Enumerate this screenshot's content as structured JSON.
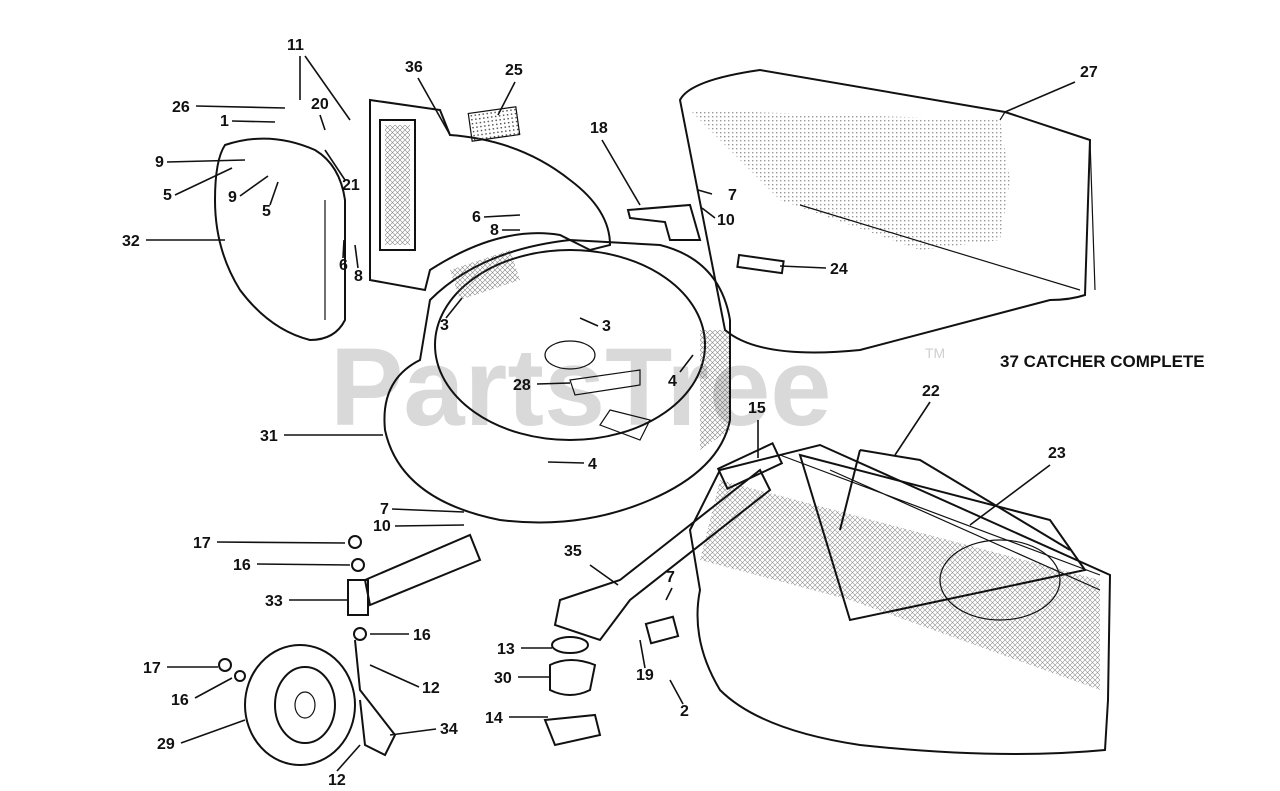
{
  "watermark": {
    "text": "PartsTree",
    "tm": "TM"
  },
  "caption": "37  CATCHER COMPLETE",
  "callouts": [
    {
      "key": "c11",
      "text": "11"
    },
    {
      "key": "c36",
      "text": "36"
    },
    {
      "key": "c25",
      "text": "25"
    },
    {
      "key": "c27",
      "text": "27"
    },
    {
      "key": "c26",
      "text": "26"
    },
    {
      "key": "c20",
      "text": "20"
    },
    {
      "key": "c1",
      "text": "1"
    },
    {
      "key": "c18",
      "text": "18"
    },
    {
      "key": "c9a",
      "text": "9"
    },
    {
      "key": "c21",
      "text": "21"
    },
    {
      "key": "c5a",
      "text": "5"
    },
    {
      "key": "c9b",
      "text": "9"
    },
    {
      "key": "c5b",
      "text": "5"
    },
    {
      "key": "c7a",
      "text": "7"
    },
    {
      "key": "c10a",
      "text": "10"
    },
    {
      "key": "c6a",
      "text": "6"
    },
    {
      "key": "c8a",
      "text": "8"
    },
    {
      "key": "c32",
      "text": "32"
    },
    {
      "key": "c6b",
      "text": "6"
    },
    {
      "key": "c8b",
      "text": "8"
    },
    {
      "key": "c24",
      "text": "24"
    },
    {
      "key": "c3a",
      "text": "3"
    },
    {
      "key": "c3b",
      "text": "3"
    },
    {
      "key": "c4a",
      "text": "4"
    },
    {
      "key": "c28",
      "text": "28"
    },
    {
      "key": "c22",
      "text": "22"
    },
    {
      "key": "c15",
      "text": "15"
    },
    {
      "key": "c31",
      "text": "31"
    },
    {
      "key": "c23",
      "text": "23"
    },
    {
      "key": "c4b",
      "text": "4"
    },
    {
      "key": "c7b",
      "text": "7"
    },
    {
      "key": "c10b",
      "text": "10"
    },
    {
      "key": "c17a",
      "text": "17"
    },
    {
      "key": "c35",
      "text": "35"
    },
    {
      "key": "c16a",
      "text": "16"
    },
    {
      "key": "c7c",
      "text": "7"
    },
    {
      "key": "c33",
      "text": "33"
    },
    {
      "key": "c16b",
      "text": "16"
    },
    {
      "key": "c13",
      "text": "13"
    },
    {
      "key": "c30",
      "text": "30"
    },
    {
      "key": "c19",
      "text": "19"
    },
    {
      "key": "c17b",
      "text": "17"
    },
    {
      "key": "c12a",
      "text": "12"
    },
    {
      "key": "c16c",
      "text": "16"
    },
    {
      "key": "c2",
      "text": "2"
    },
    {
      "key": "c14",
      "text": "14"
    },
    {
      "key": "c34",
      "text": "34"
    },
    {
      "key": "c29",
      "text": "29"
    },
    {
      "key": "c12b",
      "text": "12"
    }
  ]
}
